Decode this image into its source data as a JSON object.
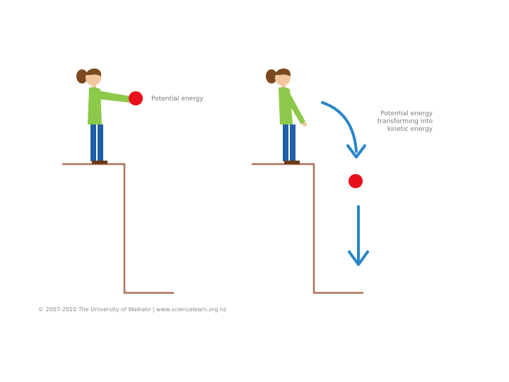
{
  "labels": {
    "potential": "Potential energy",
    "transforming_line1": "Potential energy",
    "transforming_line2": "transforming into",
    "transforming_line3": "kinetic energy"
  },
  "credit": "© 2007-2010 The University of Waikato | www.sciencelearn.org.nz",
  "colors": {
    "ledge": "#b0705a",
    "arrow": "#2a86c8",
    "ball": "#e8101a",
    "shirt": "#8cc84a",
    "jeans": "#1f5fa8",
    "hair": "#7a4a1e",
    "skin": "#f2c7a0",
    "label_text": "#7a7a7a"
  },
  "icons": [
    "girl-holding-ball-icon",
    "girl-released-ball-icon",
    "ball-icon",
    "curved-arrow-icon",
    "down-arrow-icon"
  ]
}
